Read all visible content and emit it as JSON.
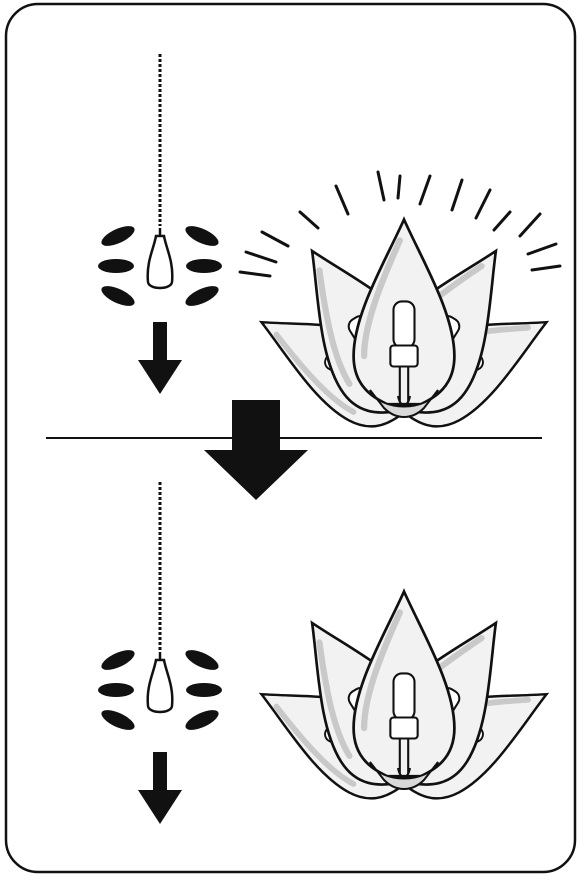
{
  "diagram": {
    "panels": [
      {
        "id": "top",
        "pull_chain": "pull-chain",
        "switch_action": "pull-down",
        "bulbs_state": "on"
      },
      {
        "id": "bottom",
        "pull_chain": "pull-chain",
        "switch_action": "pull-down",
        "bulbs_state": "off"
      }
    ],
    "transition": "down-arrow",
    "colors": {
      "ink": "#111111",
      "bulb_fill": "#f2f2f2",
      "bulb_highlight": "#c9c9c9",
      "background": "#ffffff"
    }
  }
}
